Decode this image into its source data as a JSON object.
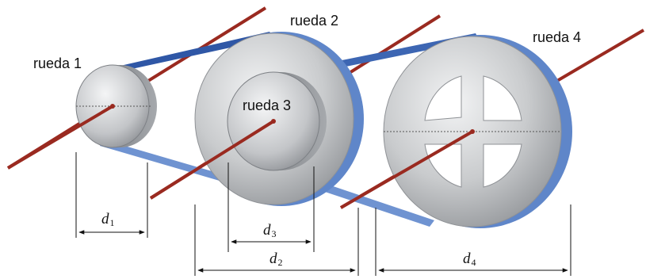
{
  "labels": {
    "wheel1": "rueda 1",
    "wheel2": "rueda 2",
    "wheel3": "rueda 3",
    "wheel4": "rueda 4"
  },
  "dimensions": {
    "d1": {
      "symbol": "d",
      "sub": "1"
    },
    "d2": {
      "symbol": "d",
      "sub": "2"
    },
    "d3": {
      "symbol": "d",
      "sub": "3"
    },
    "d4": {
      "symbol": "d",
      "sub": "4"
    }
  },
  "colors": {
    "shaft": "#9a2a20",
    "belt": "#5f86c9",
    "belt_dark": "#2f57a6",
    "wheel_face": "#c9cbcd",
    "wheel_rim": "#8f9296"
  }
}
